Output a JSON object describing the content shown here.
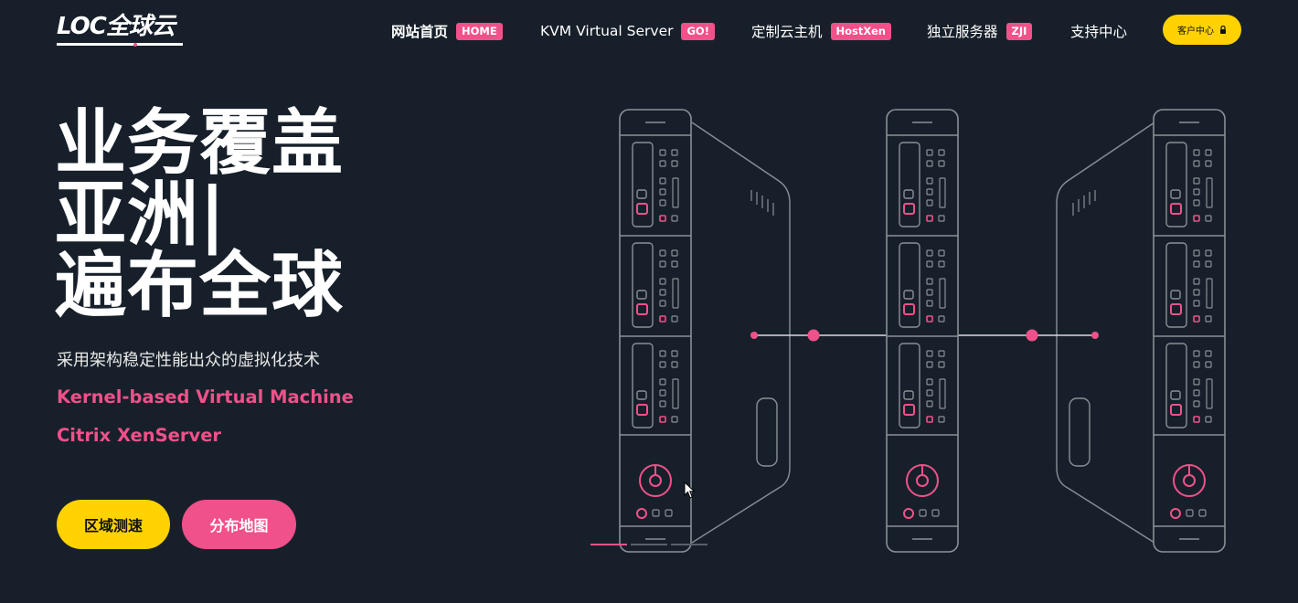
{
  "logo": {
    "text": "LOC全球云"
  },
  "nav": [
    {
      "label": "网站首页",
      "badge": "HOME"
    },
    {
      "label": "KVM Virtual Server",
      "badge": "GO!"
    },
    {
      "label": "定制云主机",
      "badge": "HostXen"
    },
    {
      "label": "独立服务器",
      "badge": "ZJI"
    },
    {
      "label": "支持中心",
      "badge": ""
    }
  ],
  "client_button": {
    "label": "客户中心",
    "icon": "lock-icon"
  },
  "hero": {
    "headline": [
      "业务覆盖",
      "亚洲|",
      "遍布全球"
    ],
    "subtitle": "采用架构稳定性能出众的虚拟化技术",
    "lines": [
      "Kernel-based Virtual Machine",
      "Citrix XenServer"
    ],
    "buttons": {
      "speed_test": "区域测速",
      "map": "分布地图"
    }
  },
  "colors": {
    "background": "#17202a",
    "accent_pink": "#f0518a",
    "accent_yellow": "#ffd200"
  }
}
